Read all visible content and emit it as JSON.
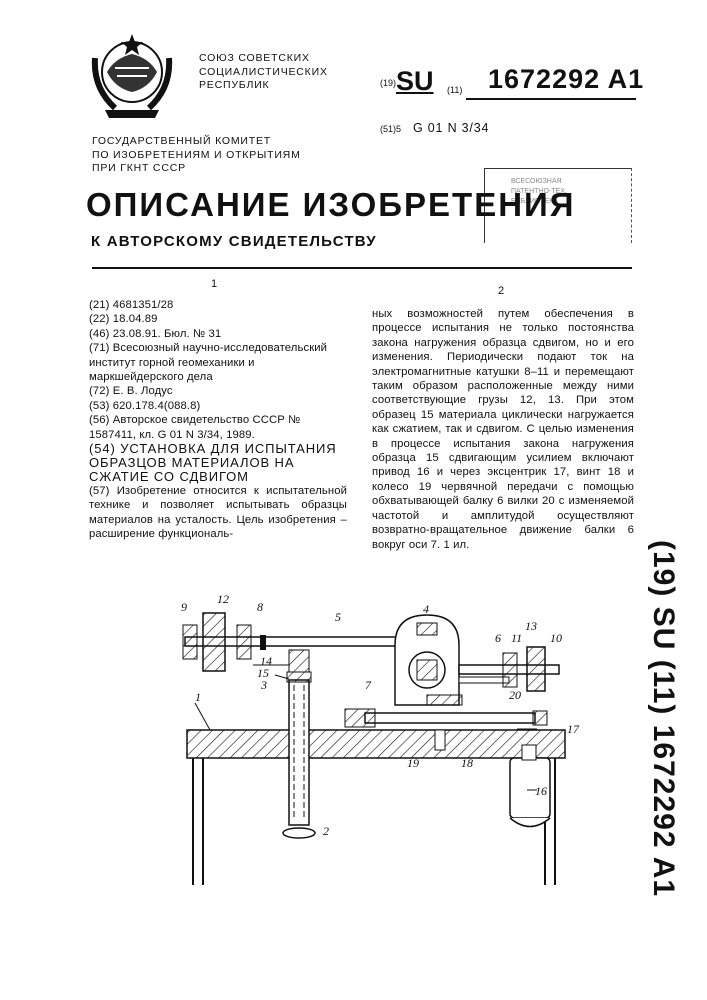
{
  "header": {
    "union_lines": [
      "СОЮЗ СОВЕТСКИХ",
      "СОЦИАЛИСТИЧЕСКИХ",
      "РЕСПУБЛИК"
    ],
    "code_19": "(19)",
    "su": "SU",
    "code_11": "(11)",
    "patent_number": "1672292 A1",
    "ipc_code": "(51)5",
    "ipc_value": "G 01 N 3/34",
    "committee_lines": [
      "ГОСУДАРСТВЕННЫЙ КОМИТЕТ",
      "ПО ИЗОБРЕТЕНИЯМ И ОТКРЫТИЯМ",
      "ПРИ ГКНТ СССР"
    ],
    "title": "ОПИСАНИЕ ИЗОБРЕТЕНИЯ",
    "subtitle": "К АВТОРСКОМУ СВИДЕТЕЛЬСТВУ",
    "stamp_lines": [
      "ВСЕСОЮЗНАЯ",
      "ПАТЕНТНО-ТЕХ.",
      "БИБЛИОТЕКА"
    ]
  },
  "columns": {
    "left_number": "1",
    "right_number": "2"
  },
  "biblio": [
    "(21) 4681351/28",
    "(22) 18.04.89",
    "(46) 23.08.91. Бюл. № 31",
    "(71) Всесоюзный научно-исследовательский институт горной геомеханики и маркшейдерского дела",
    "(72) Е. В. Лодус",
    "(53) 620.178.4(088.8)",
    "(56) Авторское свидетельство СССР № 1587411, кл. G 01 N 3/34, 1989.",
    "(54) УСТАНОВКА ДЛЯ ИСПЫТАНИЯ ОБРАЗЦОВ МАТЕРИАЛОВ НА СЖАТИЕ СО СДВИГОМ",
    "(57) Изобретение относится к испытательной технике и позволяет испытывать образцы материалов на усталость. Цель изобретения – расширение функциональ-"
  ],
  "right_text": "ных возможностей путем обеспечения в процессе испытания не только постоянства закона нагружения образца сдвигом, но и его изменения. Периодически подают ток на электромагнитные катушки 8–11 и перемещают таким образом расположенные между ними соответствующие грузы 12, 13. При этом образец 15 материала циклически нагружается как сжатием, так и сдвигом. С целью изменения в процессе испытания закона нагружения образца 15 сдвигающим усилием включают привод 16 и через эксцентрик 17, винт 18 и колесо 19 червячной передачи с помощью обхватывающей балку 6 вилки 20 с изменяемой частотой и амплитудой осуществляют возвратно-вращательное движение балки 6 вокруг оси 7. 1 ил.",
  "side_id": "(19) SU (11) 1672292 A1",
  "figure_labels": [
    "1",
    "2",
    "3",
    "4",
    "5",
    "6",
    "7",
    "8",
    "9",
    "10",
    "11",
    "12",
    "13",
    "14",
    "15",
    "16",
    "17",
    "18",
    "19",
    "20"
  ]
}
